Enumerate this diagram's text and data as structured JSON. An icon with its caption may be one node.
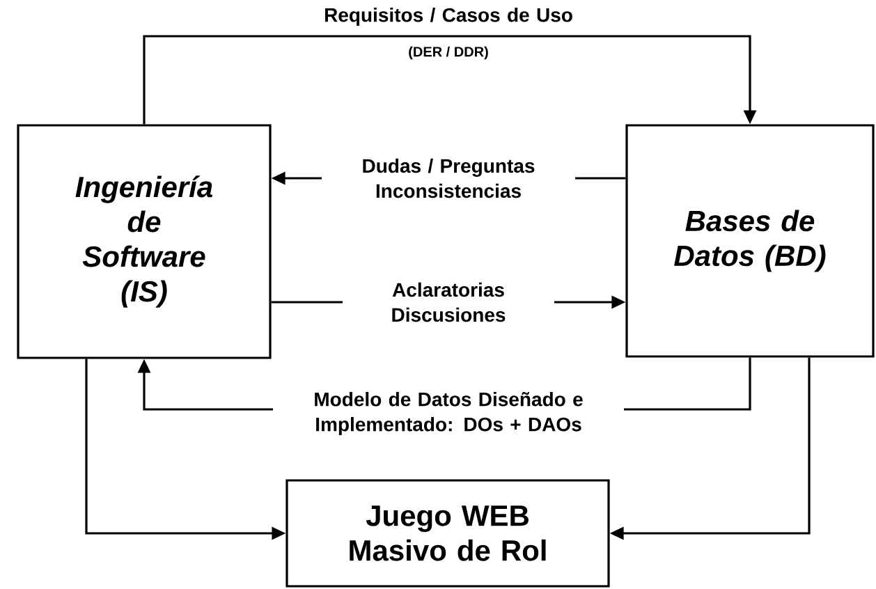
{
  "diagram": {
    "nodes": [
      {
        "text": [
          "Ingeniería de Software (IS)"
        ]
      },
      {
        "text": [
          "Bases de Datos (BD)"
        ]
      },
      {
        "text": [
          "Juego WEB Masivo de Rol"
        ]
      }
    ],
    "edges": [
      {
        "from": 0,
        "to": 1,
        "arrow": "to",
        "label": "Requisitos / Casos de Uso"
      },
      {
        "from": 1,
        "to": 0,
        "arrow": "to",
        "label": "Dudas / Preguntas Inconsistencias"
      },
      {
        "from": 0,
        "to": 1,
        "arrow": "to",
        "label": "Aclaratorias Discusiones"
      },
      {
        "from": 1,
        "to": 0,
        "arrow": "to",
        "label": "Modelo de Datos Diseñado e Implementado: DOs + DAOs"
      },
      {
        "from": 0,
        "to": 2,
        "arrow": "to"
      },
      {
        "from": 1,
        "to": 2,
        "arrow": "to"
      }
    ],
    "labels": [
      "(DER / DDR)"
    ]
  }
}
